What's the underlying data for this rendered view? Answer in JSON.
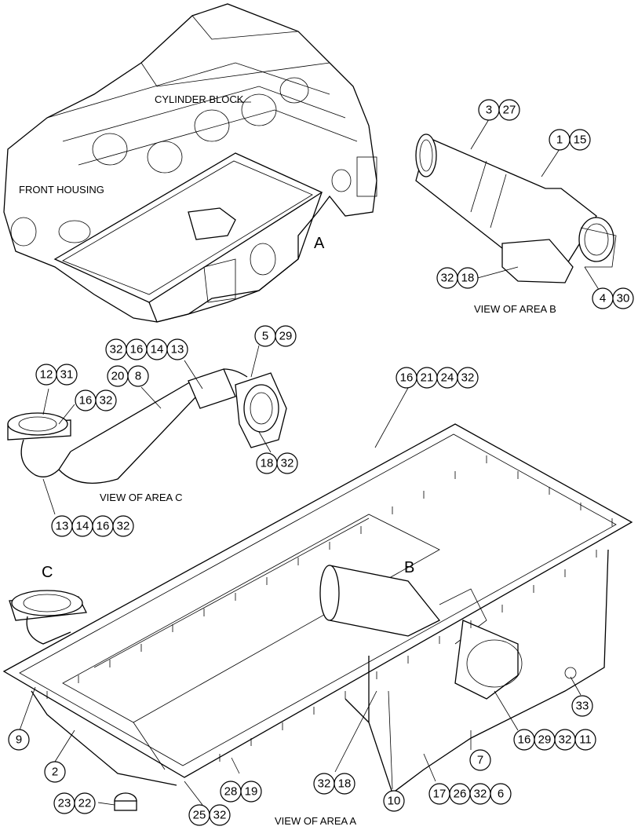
{
  "labels": {
    "cylinder_block": "CYLINDER BLOCK",
    "front_housing": "FRONT HOUSING",
    "area_a": "A",
    "area_b": "B",
    "area_c": "C",
    "view_b": "VIEW OF AREA B",
    "view_c": "VIEW OF AREA C",
    "view_a": "VIEW OF AREA A"
  },
  "callouts": [
    [
      "3",
      "27"
    ],
    [
      "1",
      "15"
    ],
    [
      "32",
      "18"
    ],
    [
      "4",
      "30"
    ],
    [
      "32",
      "16",
      "14",
      "13"
    ],
    [
      "5",
      "29"
    ],
    [
      "20",
      "8"
    ],
    [
      "12",
      "31"
    ],
    [
      "16",
      "32"
    ],
    [
      "16",
      "21",
      "24",
      "32"
    ],
    [
      "18",
      "32"
    ],
    [
      "13",
      "14",
      "16",
      "32"
    ],
    [
      "33"
    ],
    [
      "9"
    ],
    [
      "16",
      "29",
      "32",
      "11"
    ],
    [
      "2"
    ],
    [
      "7"
    ],
    [
      "23",
      "22"
    ],
    [
      "32",
      "18"
    ],
    [
      "28",
      "19"
    ],
    [
      "25",
      "32"
    ],
    [
      "10"
    ],
    [
      "17",
      "26",
      "32",
      "6"
    ]
  ]
}
